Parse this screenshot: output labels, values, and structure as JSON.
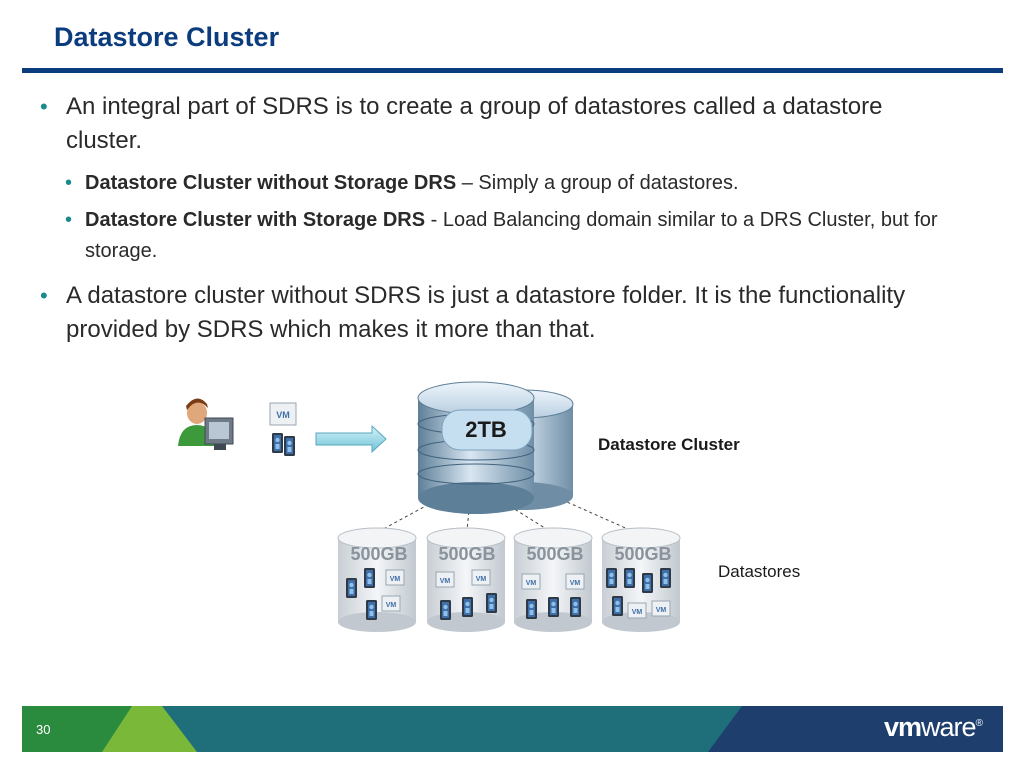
{
  "title": "Datastore Cluster",
  "bullets": [
    {
      "text": "An integral part of SDRS is to create a group of datastores called a datastore cluster."
    },
    {
      "bold": "Datastore Cluster without Storage DRS",
      "text": " – Simply a group of datastores."
    },
    {
      "bold": "Datastore Cluster with Storage DRS",
      "text": " - Load Balancing domain similar to a DRS Cluster, but for storage."
    },
    {
      "text": "A datastore cluster without SDRS is just a datastore folder. It is the functionality provided by SDRS which makes it more than that."
    }
  ],
  "diagram": {
    "cluster_capacity": "2TB",
    "cluster_label": "Datastore Cluster",
    "datastores_label": "Datastores",
    "datastores": [
      {
        "capacity": "500GB"
      },
      {
        "capacity": "500GB"
      },
      {
        "capacity": "500GB"
      },
      {
        "capacity": "500GB"
      }
    ],
    "vm_badge": "VM",
    "icons": [
      "administrator-at-computer-icon",
      "virtual-machine-icon",
      "arrow-right-icon",
      "database-cylinder-icon"
    ]
  },
  "footer": {
    "page_number": "30",
    "logo_bold": "vm",
    "logo_light": "ware",
    "logo_mark": "®"
  },
  "colors": {
    "title": "#0b3d7e",
    "bullet": "#1a8a8f",
    "footer_teal": "#1f6f7a",
    "footer_navy": "#1e3e6e",
    "footer_green_dark": "#2a8a3e",
    "footer_green_light": "#7ab83a"
  }
}
